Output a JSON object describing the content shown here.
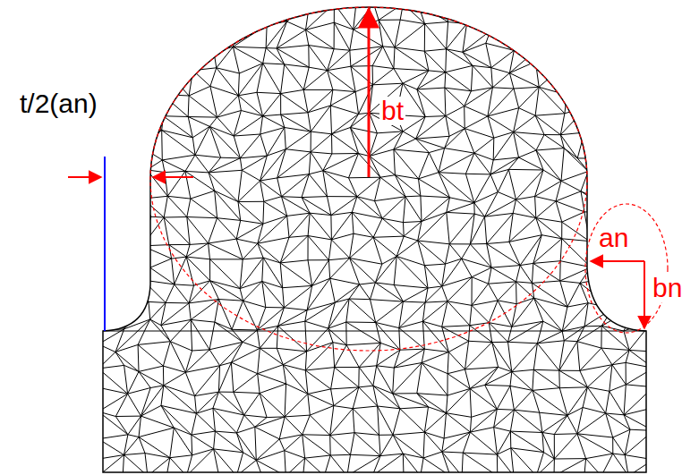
{
  "diagram": {
    "labels": [
      "t/2(an)",
      "bt",
      "an",
      "bn"
    ]
  }
}
